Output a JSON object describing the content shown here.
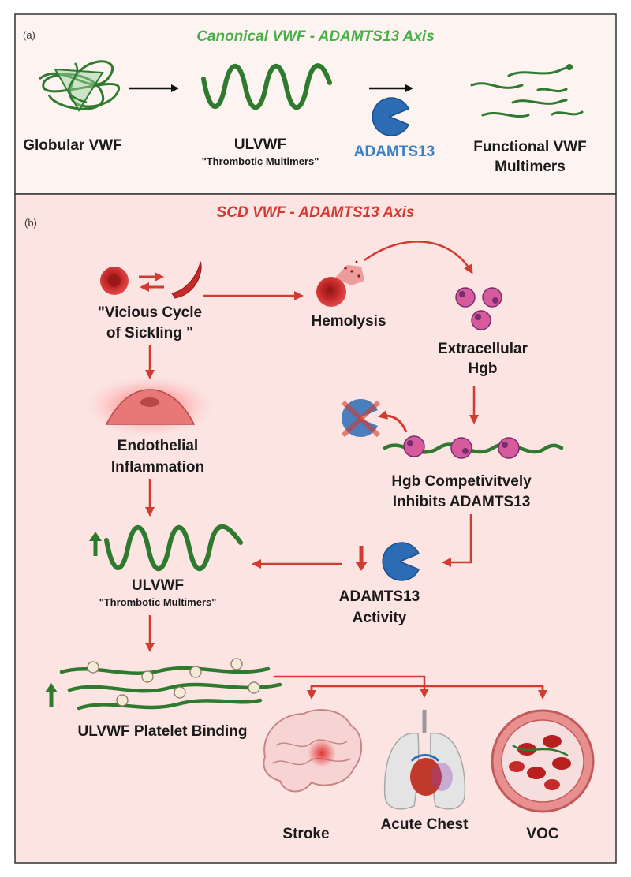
{
  "panel_a": {
    "letter": "(a)",
    "title": "Canonical VWF - ADAMTS13 Axis",
    "globular": "Globular VWF",
    "ulvwf": "ULVWF",
    "ulvwf_sub": "\"Thrombotic Multimers\"",
    "adamts": "ADAMTS13",
    "functional_1": "Functional  VWF",
    "functional_2": "Multimers"
  },
  "panel_b": {
    "letter": "(b)",
    "title": "SCD VWF - ADAMTS13 Axis",
    "vicious_1": "\"Vicious Cycle",
    "vicious_2": "of Sickling \"",
    "hemolysis": "Hemolysis",
    "extracellular_1": "Extracellular",
    "extracellular_2": "Hgb",
    "endothelial_1": "Endothelial",
    "endothelial_2": "Inflammation",
    "hgb_inhibit_1": "Hgb Competivitvely",
    "hgb_inhibit_2": "Inhibits ADAMTS13",
    "ulvwf": "ULVWF",
    "ulvwf_sub": "\"Thrombotic Multimers\"",
    "activity_1": "ADAMTS13",
    "activity_2": "Activity",
    "platelet": "ULVWF Platelet Binding",
    "stroke": "Stroke",
    "acute_chest": "Acute Chest",
    "voc": "VOC"
  },
  "colors": {
    "green": "#2f7a2f",
    "red_arrow": "#d23b2f",
    "blue": "#2b6cb5",
    "panel_a_bg": "#fdf4f2",
    "panel_b_bg": "#fbe4e2"
  }
}
